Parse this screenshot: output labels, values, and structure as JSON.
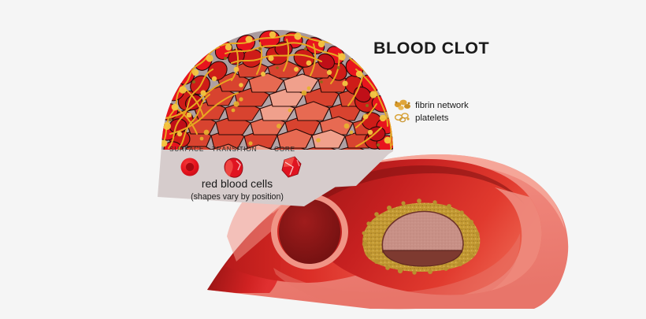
{
  "figure": {
    "title": "BLOOD CLOT",
    "background_color": "#f5f5f5"
  },
  "legend": {
    "items": [
      {
        "label": "fibrin network",
        "icon": "fibrin-cluster-icon",
        "color": "#D99B2B"
      },
      {
        "label": "platelets",
        "icon": "platelet-cluster-icon",
        "color": "#D9A43A"
      }
    ]
  },
  "clot_magnification": {
    "backdrop_color": "#AFA0A3",
    "zones": [
      {
        "name": "SURFACE",
        "label": "SURFACE"
      },
      {
        "name": "TRANSITION",
        "label": "TRANSITION"
      },
      {
        "name": "CORE",
        "label": "CORE"
      }
    ]
  },
  "cell_caption": {
    "title": "red blood cells",
    "subtitle": "(shapes vary by position)"
  },
  "cell_samples": [
    {
      "zone": "SURFACE",
      "shape": "round-biconcave-disc",
      "color": "#E8141E"
    },
    {
      "zone": "TRANSITION",
      "shape": "teardrop-deformed",
      "color": "#E01421"
    },
    {
      "zone": "CORE",
      "shape": "polyhedral-packed",
      "color": "#E01421"
    }
  ],
  "vessel": {
    "wall_color": "#EE8277",
    "inner_wall_color": "#D8453C",
    "lumen_color": "#8B1515",
    "blood_color": "#C81F1F",
    "occlusion": {
      "fibrin_color": "#C9A13A",
      "core_color": "#C89086",
      "base_color": "#7E3A30"
    }
  },
  "panel": {
    "color": "#D6CCCC"
  }
}
